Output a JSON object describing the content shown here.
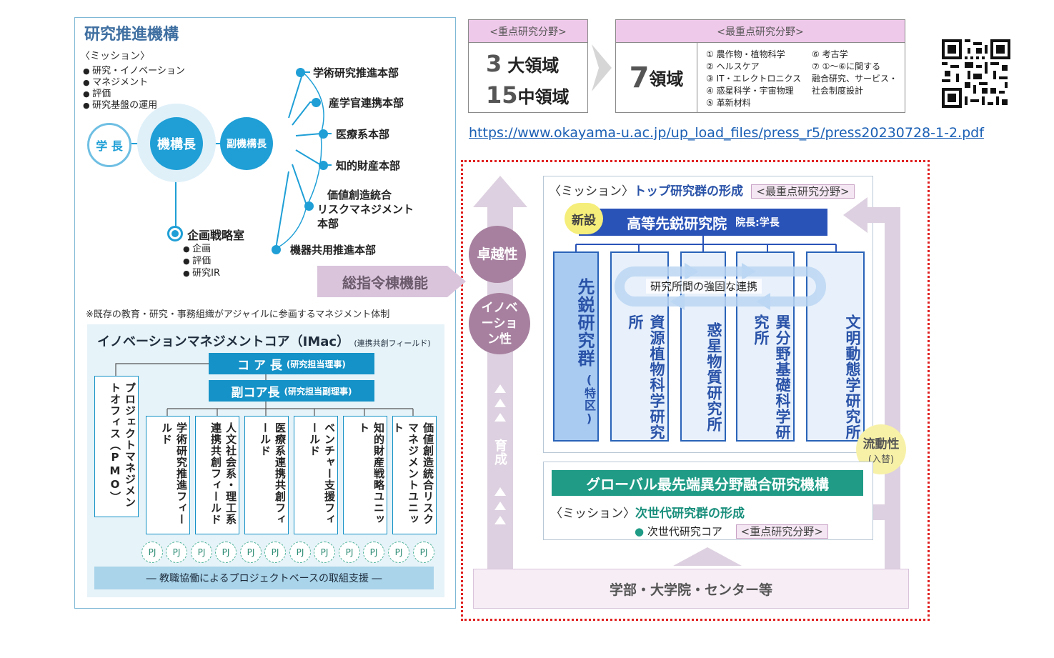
{
  "left": {
    "title": "研究推進機構",
    "mission_head": "〈ミッション〉",
    "mission_items": [
      "研究・イノベーション",
      "マネジメント",
      "評価",
      "研究基盤の運用"
    ],
    "president": "学 長",
    "director": "機構長",
    "vice_director": "副機構長",
    "branches": [
      "学術研究推進本部",
      "産学官連携本部",
      "医療系本部",
      "知的財産本部",
      "価値創造統合",
      "リスクマネジメント",
      "本部",
      "機器共用推進本部"
    ],
    "planning_office": "企画戦略室",
    "planning_items": [
      "企画",
      "評価",
      "研究IR"
    ],
    "note": "※既存の教育・研究・事務組織がアジャイルに参画するマネジメント体制",
    "imac_title": "イノベーションマネジメントコア（IMac）",
    "imac_sub": "(連携共創フィールド)",
    "core_head": "コ ア 長",
    "core_head_sub": "(研究担当理事)",
    "vice_core_head": "副コア長",
    "vice_core_head_sub": "(研究担当副理事)",
    "pmo": "プロジェクトマネジメントオフィス（PMO）",
    "fields": [
      "学術研究推進フィールド",
      "人文社会系・理工系連携共創フィールド",
      "医療系連携共創フィールド",
      "ベンチャー支援フィールド",
      "知的財産戦略ユニット",
      "価値創造統合リスクマネジメントユニット"
    ],
    "pj_label": "PJ",
    "support": "― 教職協働によるプロジェクトベースの取組支援 ―"
  },
  "top_right": {
    "priority_header": "<重点研究分野>",
    "priority_big_1_num": "3",
    "priority_big_1_txt": "大領域",
    "priority_big_2_num": "15",
    "priority_big_2_txt": "中領域",
    "top_priority_header": "<最重点研究分野>",
    "top_priority_num": "7",
    "top_priority_txt": "領域",
    "fields_col1": [
      "① 農作物・植物科学",
      "② ヘルスケア",
      "③ IT・エレクトロニクス",
      "④ 惑星科学・宇宙物理",
      "⑤ 革新材料"
    ],
    "fields_col2": [
      "⑥ 考古学",
      "⑦ ①～⑥に関する",
      "融合研究、サービス・",
      "社会制度設計"
    ]
  },
  "url": "https://www.okayama-u.ac.jp/up_load_files/press_r5/press20230728-1-2.pdf",
  "right": {
    "command": "総指令棟機能",
    "excellence": "卓越性",
    "innovation": "イノベーション性",
    "nurture": "育成",
    "fluidity": "流動性",
    "fluidity_sub": "(入替)",
    "mission_prefix": "〈ミッション〉",
    "mission_top": "トップ研究群の形成",
    "tag_top": "<最重点研究分野>",
    "new_badge": "新設",
    "institute_banner": "高等先鋭研究院",
    "institute_head": "院長:学長",
    "cluster": "先鋭研究群",
    "cluster_special": "(特区)",
    "link_label": "研究所間の強固な連携",
    "institutes": [
      "資源植物科学研究所",
      "惑星物質研究所",
      "異分野基礎科学研究所",
      "文明動態学研究所"
    ],
    "global_org": "グローバル最先端異分野融合研究機構",
    "mission_next": "次世代研究群の形成",
    "next_core": "次世代研究コア",
    "tag_priority": "<重点研究分野>",
    "faculties": "学部・大学院・センター等"
  }
}
